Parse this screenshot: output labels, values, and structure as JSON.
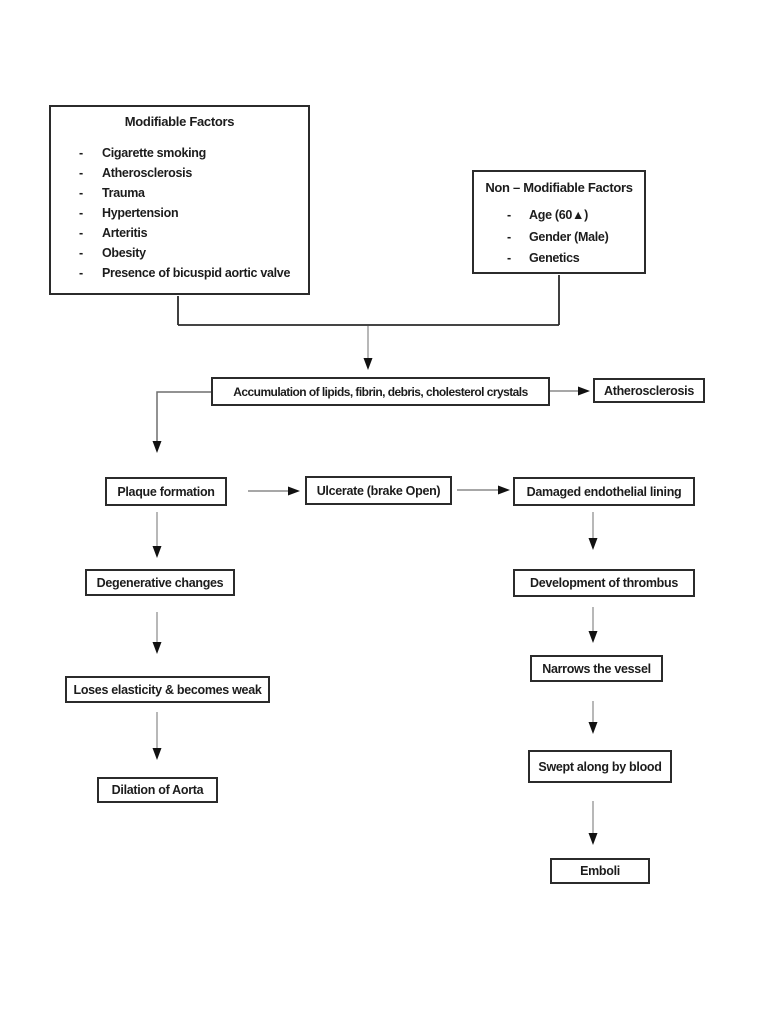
{
  "colors": {
    "background": "#ffffff",
    "ink": "#1c1c1c",
    "box_border": "#2b2b2b",
    "connector_gray": "#999999",
    "arrowhead": "#111111"
  },
  "factors": {
    "bullet": "-",
    "modifiable": {
      "title": "Modifiable Factors",
      "items": [
        "Cigarette smoking",
        "Atherosclerosis",
        "Trauma",
        "Hypertension",
        "Arteritis",
        "Obesity",
        "Presence of bicuspid aortic valve"
      ]
    },
    "non_modifiable": {
      "title": "Non – Modifiable Factors",
      "items": [
        "Age (60▲)",
        "Gender (Male)",
        "Genetics"
      ]
    }
  },
  "flow": {
    "accumulation": "Accumulation of lipids, fibrin, debris, cholesterol crystals",
    "atherosclerosis": "Atherosclerosis",
    "plaque": "Plaque formation",
    "ulcerate": "Ulcerate (brake Open)",
    "damaged": "Damaged endothelial lining",
    "degenerative": "Degenerative changes",
    "loses": "Loses elasticity & becomes weak",
    "dilation": "Dilation of Aorta",
    "development": "Development of thrombus",
    "narrows": "Narrows the vessel",
    "swept": "Swept along by blood",
    "emboli": "Emboli"
  }
}
